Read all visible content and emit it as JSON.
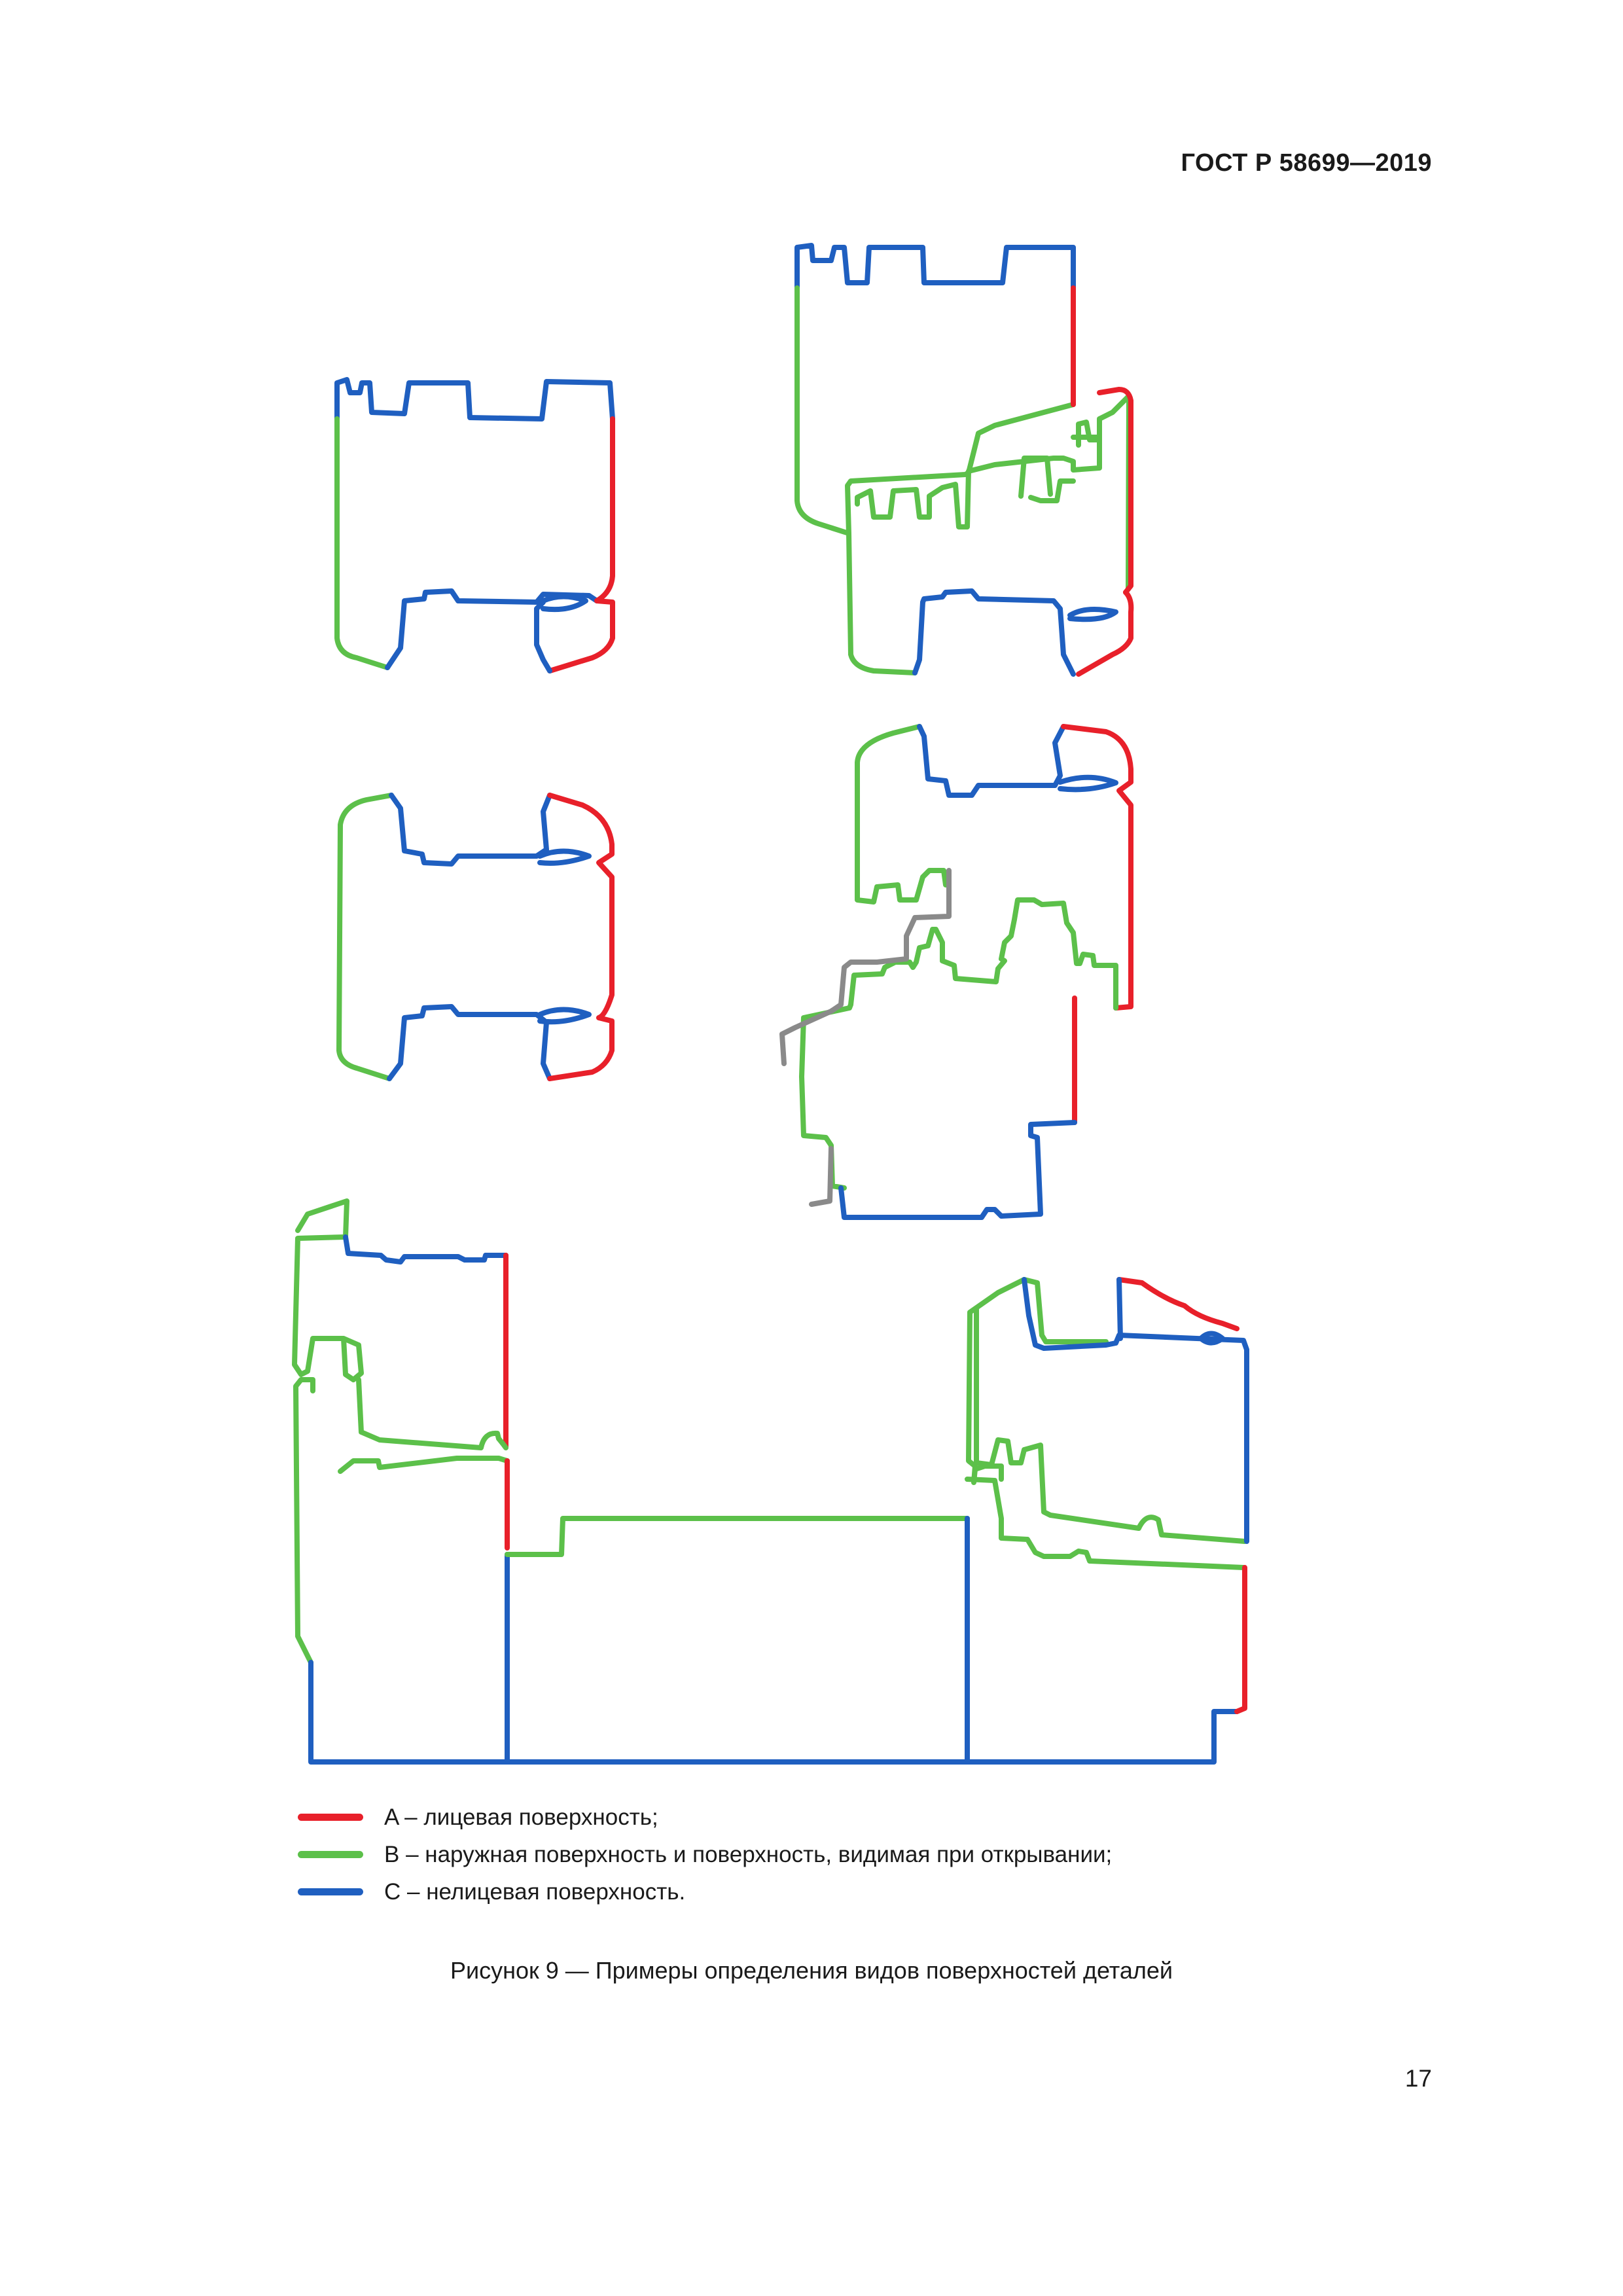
{
  "header": {
    "standard": "ГОСТ Р 58699—2019"
  },
  "colors": {
    "face_surface": "#e8202a",
    "outer_surface": "#5cc04a",
    "non_face_surface": "#1f5fc0",
    "auxiliary_line": "#8a8a8a"
  },
  "legend": {
    "items": [
      {
        "label": "A – лицевая поверхность;",
        "color": "#e8202a"
      },
      {
        "label": "B – наружная поверхность и поверхность, видимая при открывании;",
        "color": "#5cc04a"
      },
      {
        "label": "C – нелицевая поверхность.",
        "color": "#1f5fc0"
      }
    ]
  },
  "caption": "Рисунок 9 — Примеры определения видов поверхностей деталей",
  "page_number": "17"
}
